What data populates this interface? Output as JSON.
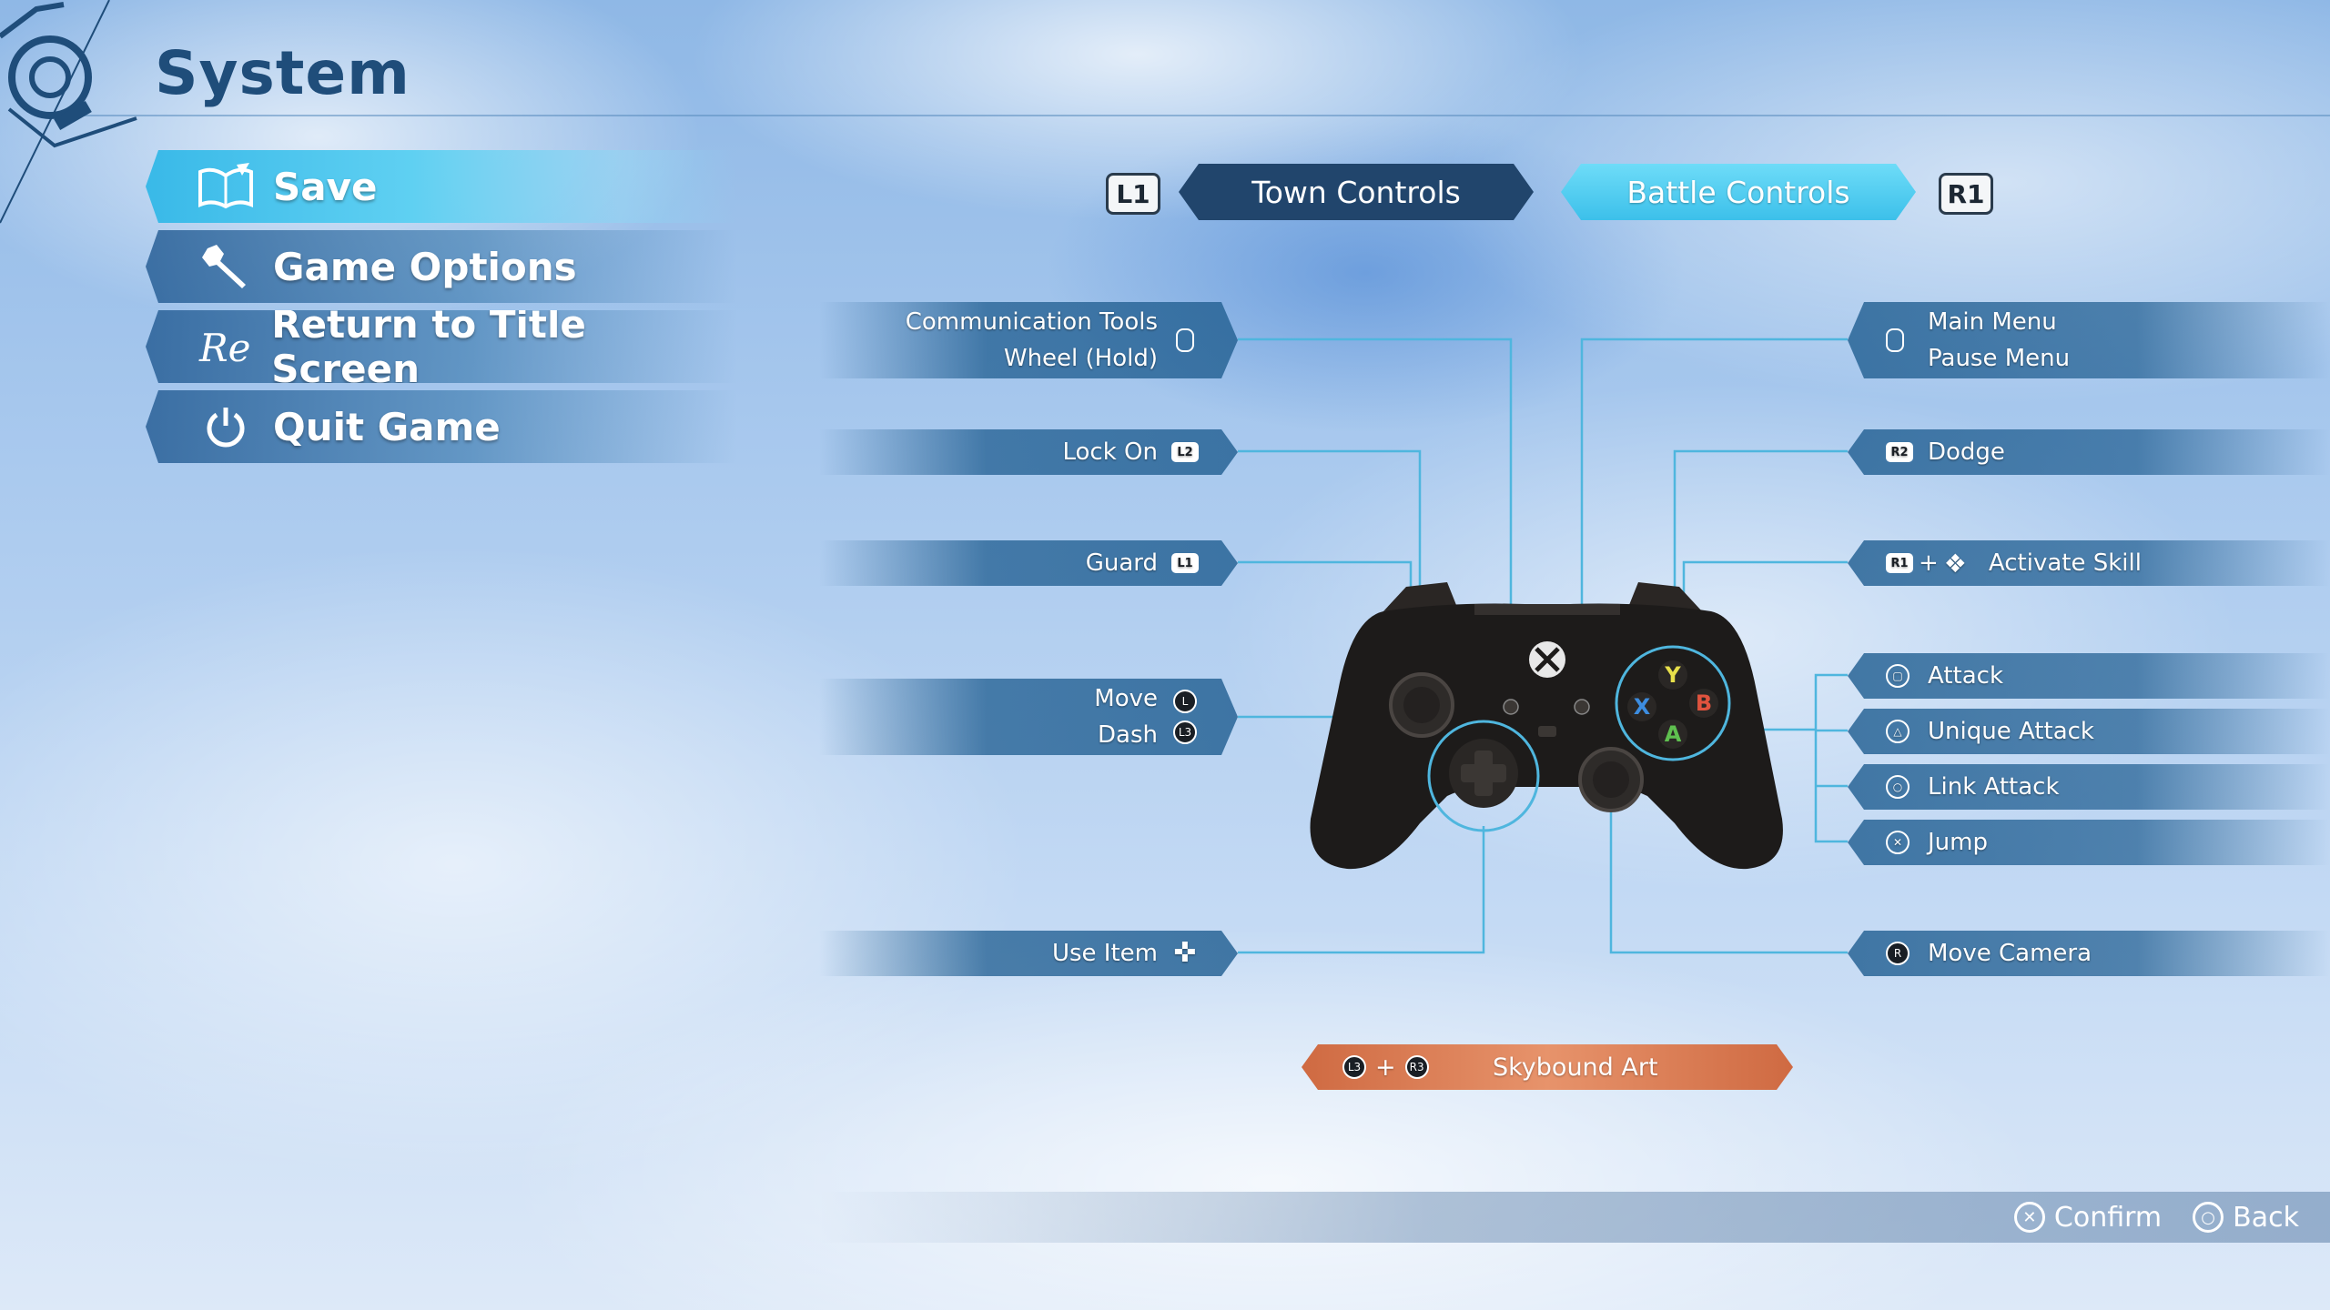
{
  "header": {
    "title": "System"
  },
  "menu": {
    "items": [
      {
        "label": "Save",
        "icon": "save-book-icon",
        "active": true
      },
      {
        "label": "Game Options",
        "icon": "wrench-icon"
      },
      {
        "label": "Return to Title Screen",
        "icon": "re-title-icon"
      },
      {
        "label": "Quit Game",
        "icon": "power-icon"
      }
    ]
  },
  "tabs": {
    "prev_button": "L1",
    "next_button": "R1",
    "items": [
      {
        "label": "Town Controls",
        "selected": false
      },
      {
        "label": "Battle Controls",
        "selected": true
      }
    ]
  },
  "mappings": {
    "left": {
      "communication": {
        "line1": "Communication Tools",
        "line2": "Wheel (Hold)",
        "button": "view-button-icon"
      },
      "lock_on": {
        "label": "Lock On",
        "button": "L2"
      },
      "guard": {
        "label": "Guard",
        "button": "L1"
      },
      "move_dash": {
        "line1": "Move",
        "line2": "Dash",
        "button1": "L",
        "button2": "L3"
      },
      "use_item": {
        "label": "Use Item",
        "button": "dpad-icon"
      }
    },
    "right": {
      "main_menu": {
        "line1": "Main Menu",
        "line2": "Pause Menu",
        "button": "menu-button-icon"
      },
      "dodge": {
        "label": "Dodge",
        "button": "R2"
      },
      "activate_skill": {
        "label": "Activate Skill",
        "button": "R1",
        "plus": "+"
      },
      "attack": {
        "label": "Attack",
        "button": "square-icon"
      },
      "unique_attack": {
        "label": "Unique Attack",
        "button": "triangle-icon"
      },
      "link_attack": {
        "label": "Link Attack",
        "button": "circle-icon"
      },
      "jump": {
        "label": "Jump",
        "button": "cross-icon"
      },
      "move_camera": {
        "label": "Move Camera",
        "button": "R"
      }
    },
    "special": {
      "label": "Skybound Art",
      "button1": "L3",
      "plus": "+",
      "button2": "R3"
    }
  },
  "controller": {
    "face_buttons": {
      "y": "Y",
      "b": "B",
      "x": "X",
      "a": "A"
    },
    "colors": {
      "y": "#e8e04a",
      "b": "#e0533e",
      "x": "#3d8de0",
      "a": "#5fc04f"
    }
  },
  "footer": {
    "confirm": "Confirm",
    "back": "Back"
  },
  "colors": {
    "accent": "#3cc0ea",
    "tab_dark": "#21456c",
    "skybound": "#e7936b",
    "title": "#1f4d7a"
  }
}
